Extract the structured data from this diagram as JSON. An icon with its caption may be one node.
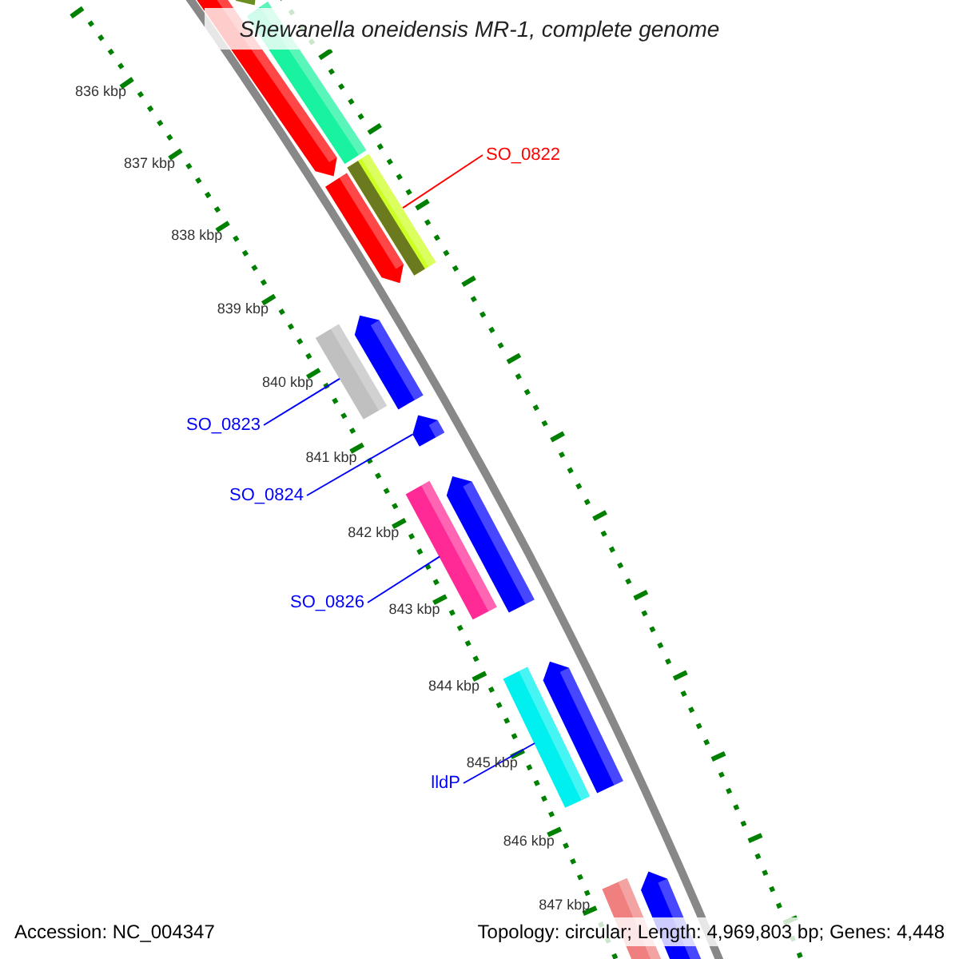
{
  "diagram": {
    "title": "Shewanella oneidensis MR-1, complete genome",
    "nodes": [
      {
        "text": [
          "SO_0822"
        ]
      },
      {
        "text": [],
        "shape": "bar"
      },
      {
        "text": [
          "SO_0823"
        ]
      },
      {
        "text": [],
        "shape": "bar"
      },
      {
        "text": [
          "SO_0824"
        ]
      },
      {
        "text": [],
        "shape": "bar"
      },
      {
        "text": [
          "SO_0826"
        ]
      },
      {
        "text": [],
        "shape": "bar"
      },
      {
        "text": [
          "lldP"
        ]
      },
      {
        "text": [],
        "shape": "bar"
      }
    ],
    "edges": [
      {
        "from": 0,
        "to": 1,
        "arrow": "none",
        "color": "#ff0000"
      },
      {
        "from": 2,
        "to": 3,
        "arrow": "none"
      },
      {
        "from": 4,
        "to": 5,
        "arrow": "none"
      },
      {
        "from": 6,
        "to": 7,
        "arrow": "none"
      },
      {
        "from": 8,
        "to": 9,
        "arrow": "none"
      }
    ],
    "labels": [
      "836 kbp",
      "837 kbp",
      "838 kbp",
      "839 kbp",
      "840 kbp",
      "841 kbp",
      "842 kbp",
      "843 kbp",
      "844 kbp",
      "845 kbp",
      "846 kbp",
      "847 kbp",
      "Accession: NC_004347",
      "Topology: circular; Length: 4,969,803 bp; Genes: 4,448"
    ]
  }
}
